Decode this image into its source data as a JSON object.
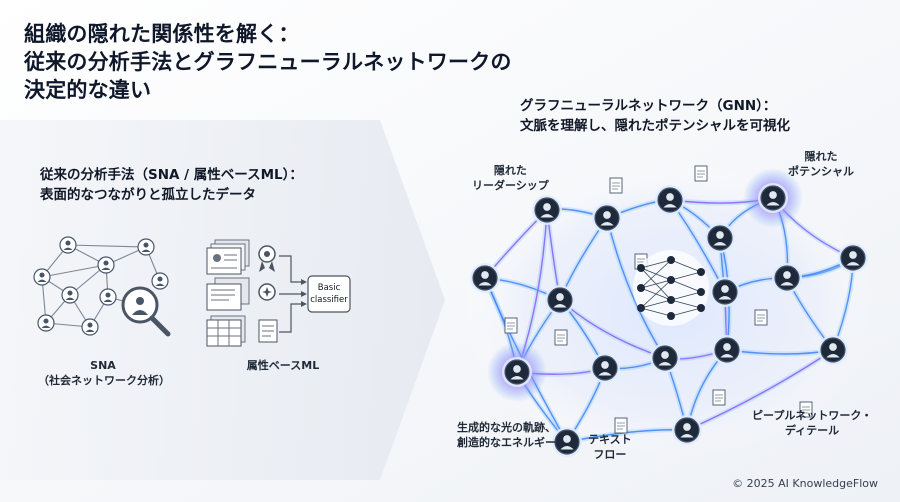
{
  "title": {
    "line1": "組織の隠れた関係性を解く：",
    "line2": "従来の分析手法とグラフニューラルネットワークの",
    "line3": "決定的な違い"
  },
  "left_section": {
    "heading_line1": "従来の分析手法（SNA / 属性ベースML）：",
    "heading_line2": "表面的なつながりと孤立したデータ",
    "sna_label_line1": "SNA",
    "sna_label_line2": "（社会ネットワーク分析）",
    "ml_label": "属性ベースML",
    "classifier_line1": "Basic",
    "classifier_line2": "classifier"
  },
  "right_section": {
    "heading_line1": "グラフニューラルネットワーク（GNN）：",
    "heading_line2": "文脈を理解し、隠れたポテンシャルを可視化",
    "label_leadership_line1": "隠れた",
    "label_leadership_line2": "リーダーシップ",
    "label_potential_line1": "隠れた",
    "label_potential_line2": "ポテンシャル",
    "label_energy_line1": "生成的な光の軌跡、",
    "label_energy_line2": "創造的なエネルギー",
    "label_textflow_line1": "テキスト",
    "label_textflow_line2": "フロー",
    "label_people_line1": "ピープルネットワーク・",
    "label_people_line2": "ディテール"
  },
  "footer": {
    "copyright": "© 2025 AI KnowledgeFlow"
  },
  "colors": {
    "accent": "#3b82f6",
    "glow": "#8b5cf6",
    "node": "#334155"
  }
}
